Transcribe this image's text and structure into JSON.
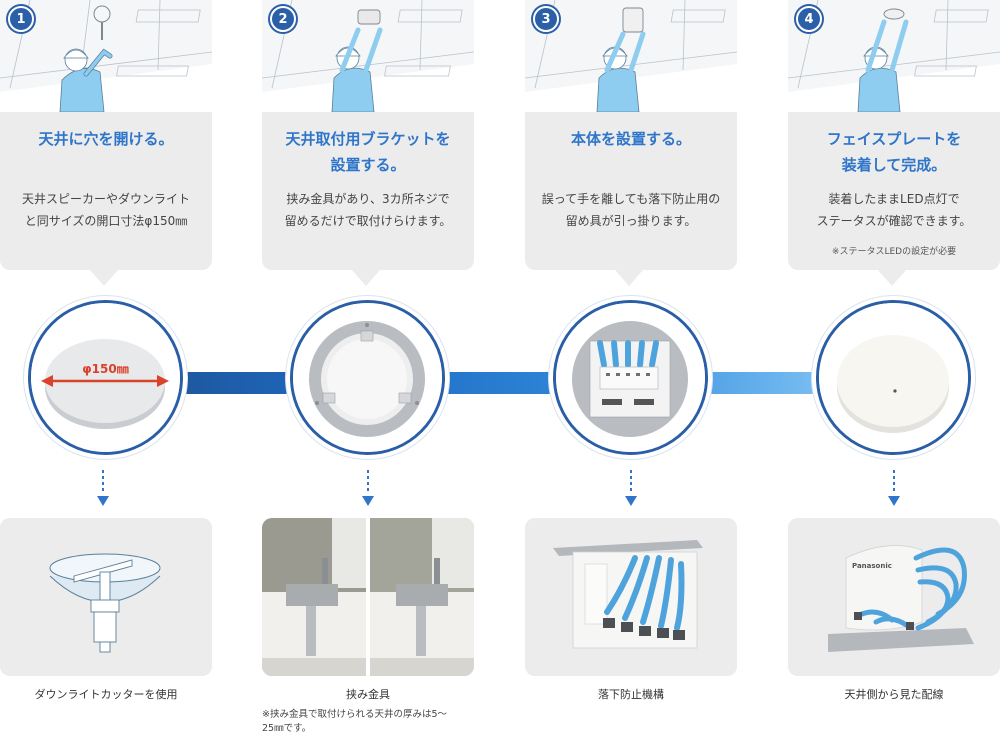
{
  "steps": [
    {
      "number": "1",
      "title_lines": [
        "天井に穴を開ける。"
      ],
      "body_lines": [
        "天井スピーカーやダウンライト",
        "と同サイズの開口寸法φ150㎜"
      ],
      "note": "",
      "circle_label": "φ150㎜",
      "caption": "ダウンライトカッターを使用",
      "subnote_lines": []
    },
    {
      "number": "2",
      "title_lines": [
        "天井取付用ブラケットを",
        "設置する。"
      ],
      "body_lines": [
        "挟み金具があり、3カ所ネジで",
        "留めるだけで取付けらけます。"
      ],
      "note": "",
      "circle_label": "",
      "caption": "挟み金具",
      "subnote_lines": [
        "※挟み金具で取付けられる天井の厚みは5～",
        "25㎜です。"
      ]
    },
    {
      "number": "3",
      "title_lines": [
        "本体を設置する。"
      ],
      "body_lines": [
        "誤って手を離しても落下防止用の",
        "留め具が引っ掛ります。"
      ],
      "note": "",
      "circle_label": "",
      "caption": "落下防止機構",
      "subnote_lines": []
    },
    {
      "number": "4",
      "title_lines": [
        "フェイスプレートを",
        "装着して完成。"
      ],
      "body_lines": [
        "装着したままLED点灯で",
        "ステータスが確認できます。"
      ],
      "note": "※ステータスLEDの設定が必要",
      "circle_label": "",
      "caption": "天井側から見た配線",
      "subnote_lines": []
    }
  ],
  "brand_label": "Panasonic",
  "colors": {
    "accent_blue": "#2f75c9",
    "badge_blue": "#2b5fa8",
    "card_gray": "#ececec",
    "dimension_red": "#d9432b",
    "cable_blue": "#4fa3dd"
  }
}
